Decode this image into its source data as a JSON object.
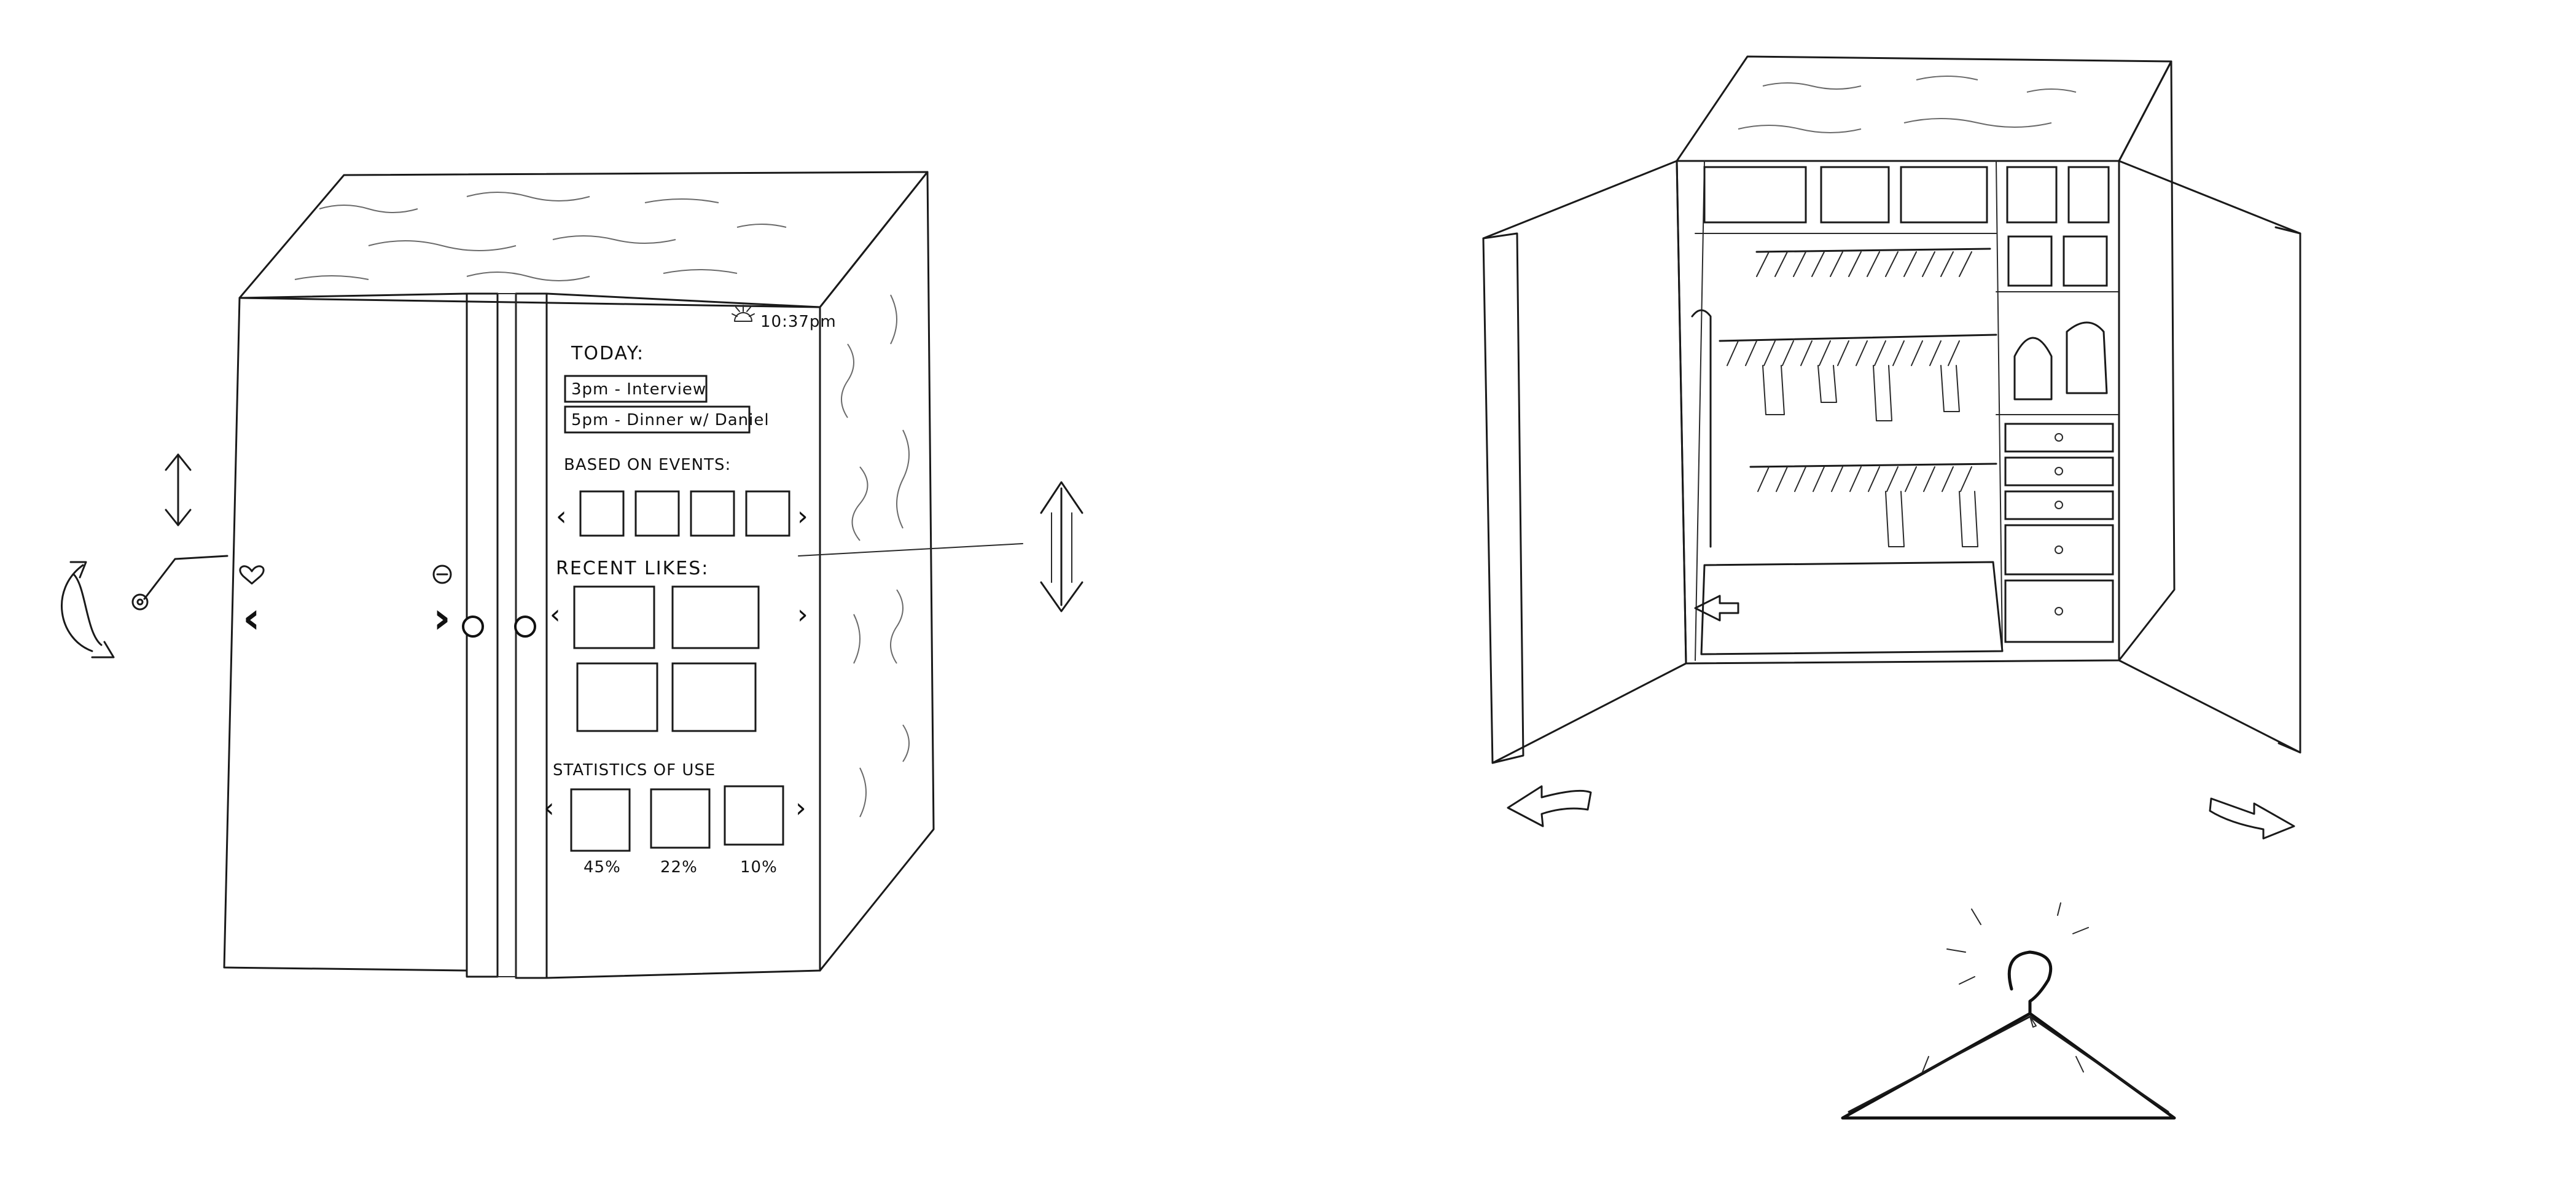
{
  "screen": {
    "clock": "10:37pm",
    "today_heading": "TODAY:",
    "events": [
      "3pm - Interview",
      "5pm - Dinner w/ Daniel"
    ],
    "based_on_events_heading": "BASED ON EVENTS:",
    "recent_likes_heading": "RECENT LIKES:",
    "statistics_heading": "STATISTICS OF USE",
    "statistics_values": [
      "45%",
      "22%",
      "10%"
    ],
    "nav_prev_glyph": "‹",
    "nav_next_glyph": "›"
  },
  "icons": {
    "weather": "sun-icon",
    "heart": "heart-icon",
    "minus": "minus-circle-icon",
    "prev": "chevron-left-icon",
    "next": "chevron-right-icon"
  }
}
